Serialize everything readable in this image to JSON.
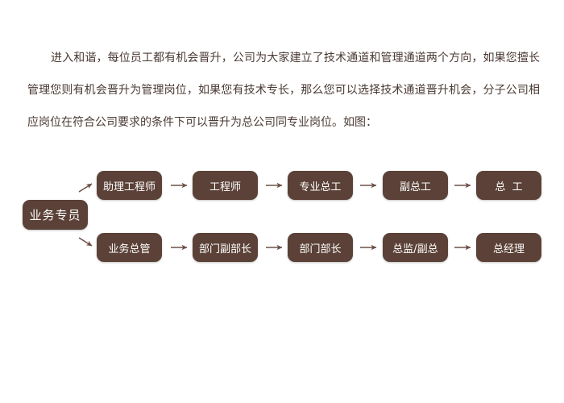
{
  "intro": {
    "text": "进入和谐，每位员工都有机会晋升，公司为大家建立了技术通道和管理通道两个方向，如果您擅长管理您则有机会晋升为管理岗位，如果您有技术专长，那么您可以选择技术通道晋升机会，分子公司相应岗位在符合公司要求的条件下可以晋升为总公司同专业岗位。如图："
  },
  "diagram": {
    "origin": "业务专员",
    "technical_track": [
      "助理工程师",
      "工程师",
      "专业总工",
      "副总工",
      "总  工"
    ],
    "management_track": [
      "业务总管",
      "部门副部长",
      "部门部长",
      "总监/副总",
      "总经理"
    ],
    "box_color": "#5b4137",
    "arrow_color": "#6b5048"
  }
}
